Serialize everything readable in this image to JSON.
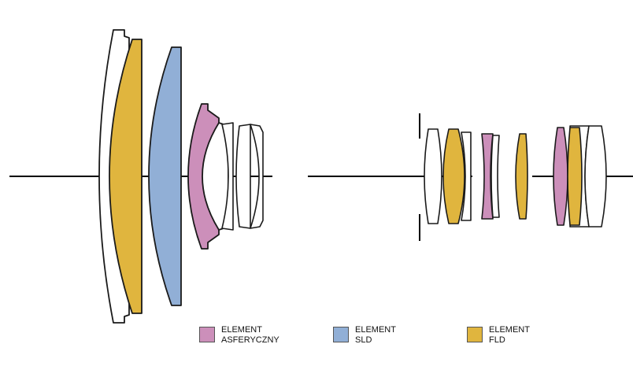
{
  "colors": {
    "aspherical": "#cc8fba",
    "sld": "#91afd6",
    "fld": "#e0b53e",
    "plain": "#ffffff",
    "outline": "#1a1a1a",
    "axis": "#000000"
  },
  "legend": [
    {
      "line1": "ELEMENT",
      "line2": "ASFERYCZNY",
      "color_key": "aspherical"
    },
    {
      "line1": "ELEMENT",
      "line2": "SLD",
      "color_key": "sld"
    },
    {
      "line1": "ELEMENT",
      "line2": "FLD",
      "color_key": "fld"
    }
  ]
}
